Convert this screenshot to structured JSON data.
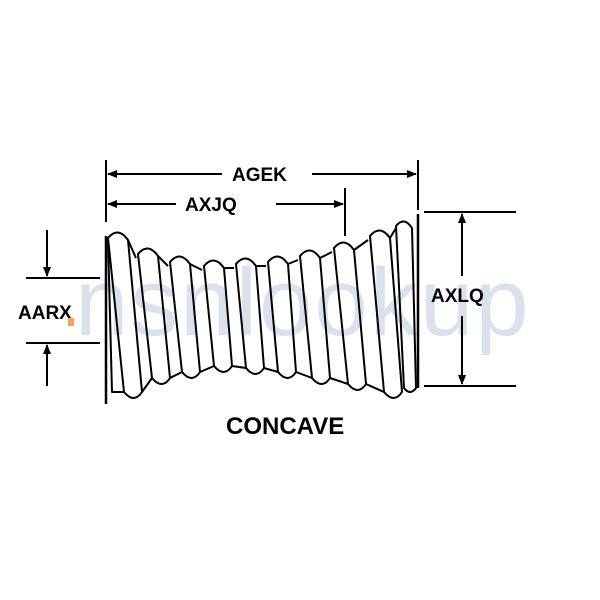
{
  "dimensions": {
    "overall_length": "AGEK",
    "inner_length": "AXJQ",
    "end_diameter": "AXLQ",
    "center_diameter": "AARX"
  },
  "caption": "CONCAVE",
  "watermark": "nsnlookup",
  "colors": {
    "line": "#000000",
    "watermark": "#8fa8c8",
    "accent_dot": "#f4a460"
  }
}
